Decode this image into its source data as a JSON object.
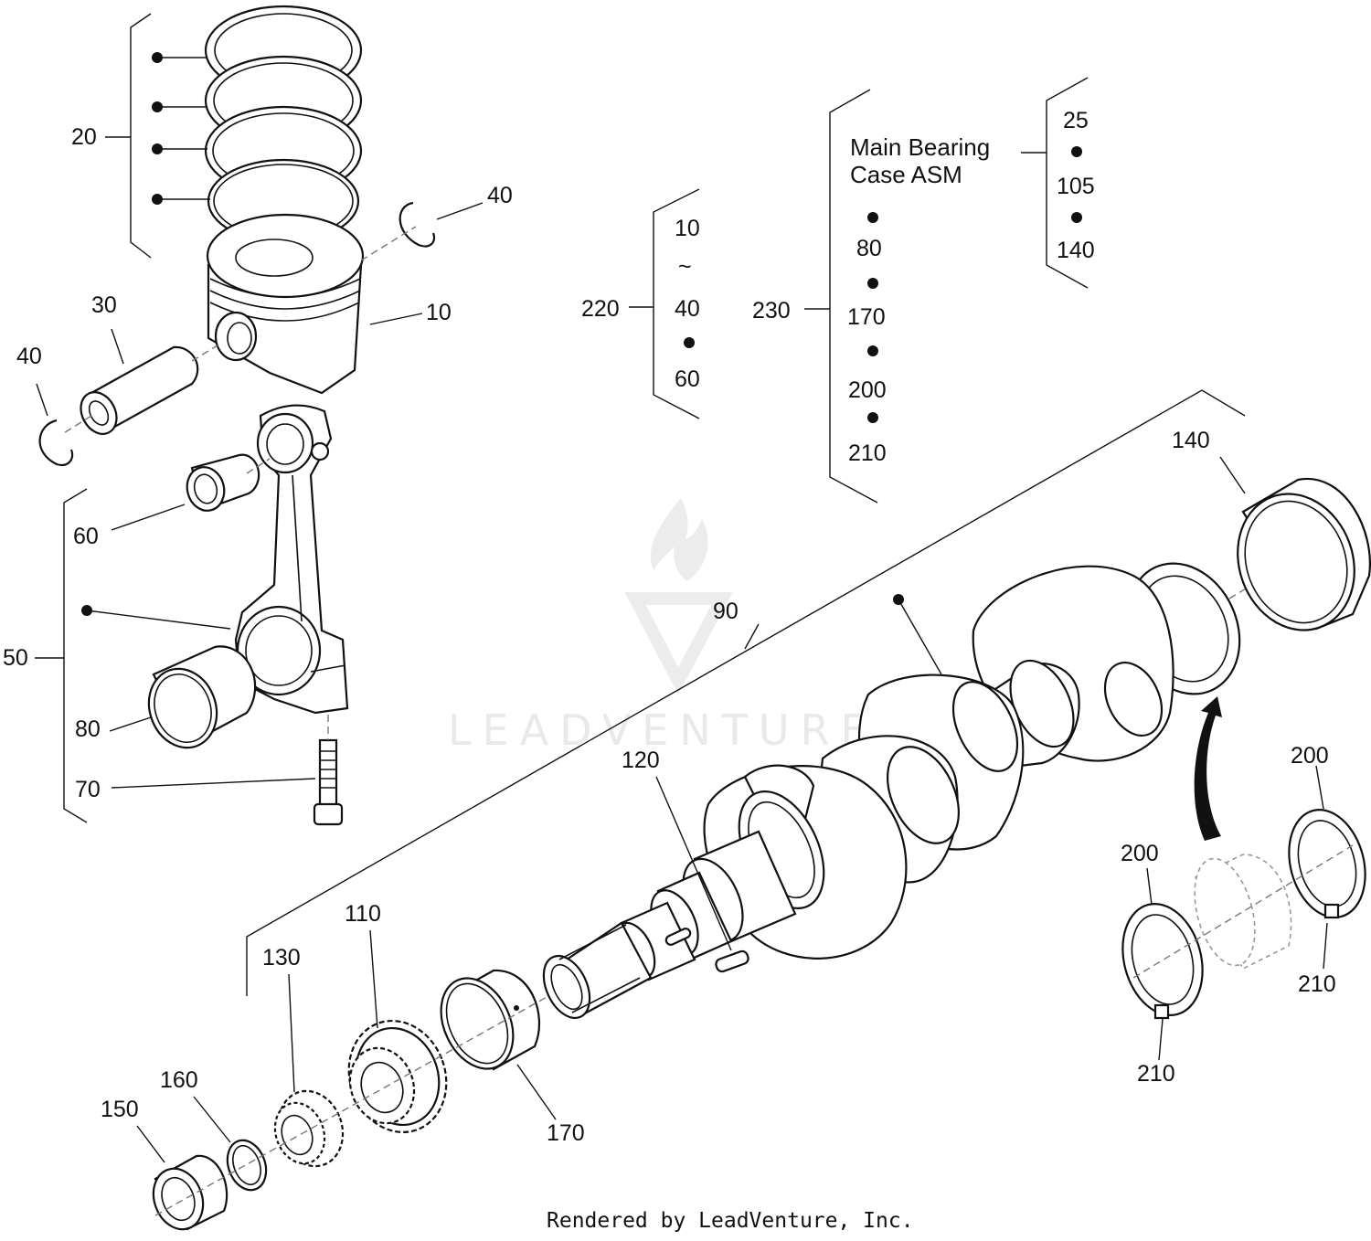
{
  "watermark": {
    "brand": "LEADVENTURE"
  },
  "footer": {
    "credit": "Rendered by LeadVenture, Inc."
  },
  "callouts": {
    "c20": "20",
    "c40_top": "40",
    "c10": "10",
    "c30": "30",
    "c40_left": "40",
    "c60": "60",
    "c50": "50",
    "c80": "80",
    "c70": "70",
    "c90": "90",
    "c140": "140",
    "c120": "120",
    "c110": "110",
    "c130": "130",
    "c160": "160",
    "c150": "150",
    "c170": "170",
    "c200_right": "200",
    "c200_left": "200",
    "c210_right": "210",
    "c210_left": "210"
  },
  "group_220": {
    "label": "220",
    "items": [
      "10",
      "~",
      "40",
      "60"
    ]
  },
  "group_230": {
    "label": "230",
    "asm_line1": "Main Bearing",
    "asm_line2": "Case ASM",
    "items": [
      "80",
      "170",
      "200",
      "210"
    ],
    "asm_items": [
      "25",
      "105",
      "140"
    ]
  }
}
